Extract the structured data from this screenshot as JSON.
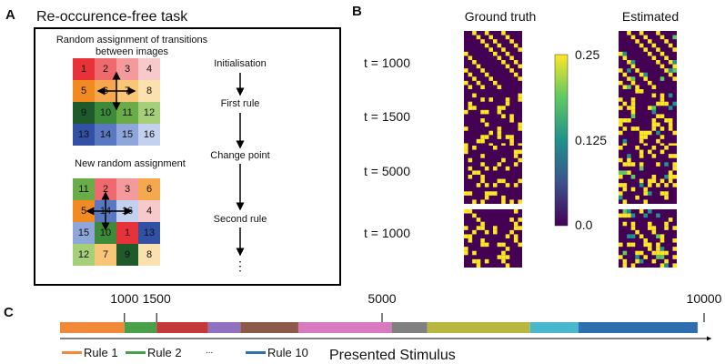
{
  "panel_a": {
    "letter": "A",
    "title": "Re-occurence-free task",
    "caption1": "Random assignment of transitions between images",
    "caption2": "New random assignment",
    "grid1": [
      {
        "n": "1",
        "c": "#e8323a"
      },
      {
        "n": "2",
        "c": "#ef6a6e"
      },
      {
        "n": "3",
        "c": "#f39a9c"
      },
      {
        "n": "4",
        "c": "#f7c9ca"
      },
      {
        "n": "5",
        "c": "#f28a22"
      },
      {
        "n": "6",
        "c": "#f6a84e"
      },
      {
        "n": "7",
        "c": "#f9c678"
      },
      {
        "n": "8",
        "c": "#fbe0b0"
      },
      {
        "n": "9",
        "c": "#1f5a2a"
      },
      {
        "n": "10",
        "c": "#3c8a3a"
      },
      {
        "n": "11",
        "c": "#6aac48"
      },
      {
        "n": "12",
        "c": "#a6cf7a"
      },
      {
        "n": "13",
        "c": "#3250a4"
      },
      {
        "n": "14",
        "c": "#5a78c2"
      },
      {
        "n": "15",
        "c": "#8ea6d9"
      },
      {
        "n": "16",
        "c": "#c3d0ee"
      }
    ],
    "grid2": [
      {
        "n": "11",
        "c": "#6aac48"
      },
      {
        "n": "2",
        "c": "#ef6a6e"
      },
      {
        "n": "3",
        "c": "#f39a9c"
      },
      {
        "n": "6",
        "c": "#f6a84e"
      },
      {
        "n": "5",
        "c": "#f28a22"
      },
      {
        "n": "14",
        "c": "#5a78c2"
      },
      {
        "n": "16",
        "c": "#c3d0ee"
      },
      {
        "n": "4",
        "c": "#f7c9ca"
      },
      {
        "n": "15",
        "c": "#8ea6d9"
      },
      {
        "n": "10",
        "c": "#3c8a3a"
      },
      {
        "n": "1",
        "c": "#e8323a"
      },
      {
        "n": "13",
        "c": "#3250a4"
      },
      {
        "n": "12",
        "c": "#a6cf7a"
      },
      {
        "n": "7",
        "c": "#f9c678"
      },
      {
        "n": "9",
        "c": "#1f5a2a"
      },
      {
        "n": "8",
        "c": "#fbe0b0"
      }
    ],
    "flow": [
      "Initialisation",
      "First rule",
      "Change point",
      "Second rule",
      "⋮"
    ]
  },
  "panel_b": {
    "letter": "B",
    "col_titles": [
      "Ground truth",
      "Estimated"
    ],
    "row_labels": [
      "t = 1000",
      "t = 1500",
      "t = 5000",
      "t = 1000"
    ],
    "colorbar_ticks": [
      "0.25",
      "0.125",
      "0.0"
    ],
    "colormap": [
      "#440154",
      "#3b528b",
      "#21918c",
      "#5ec962",
      "#fde725"
    ]
  },
  "panel_c": {
    "letter": "C",
    "ticks": [
      {
        "label": "1000",
        "value": 1000
      },
      {
        "label": "1500",
        "value": 1500
      },
      {
        "label": "5000",
        "value": 5000
      },
      {
        "label": "10000",
        "value": 10000
      }
    ],
    "segments": [
      {
        "start": 0,
        "end": 1000,
        "color": "#f08a3a"
      },
      {
        "start": 1000,
        "end": 1500,
        "color": "#4aa04a"
      },
      {
        "start": 1500,
        "end": 2300,
        "color": "#c43a3a"
      },
      {
        "start": 2300,
        "end": 2800,
        "color": "#9070c0"
      },
      {
        "start": 2800,
        "end": 3700,
        "color": "#8c5a4a"
      },
      {
        "start": 3700,
        "end": 5150,
        "color": "#d87ac0"
      },
      {
        "start": 5150,
        "end": 5700,
        "color": "#808080"
      },
      {
        "start": 5700,
        "end": 7300,
        "color": "#b8b840"
      },
      {
        "start": 7300,
        "end": 8050,
        "color": "#4ab8cc"
      },
      {
        "start": 8050,
        "end": 9900,
        "color": "#2f6fb0"
      }
    ],
    "axis_label": "Presented Stimulus",
    "legend": [
      {
        "label": "Rule 1",
        "color": "#f08a3a"
      },
      {
        "label": "Rule 2",
        "color": "#4aa04a"
      },
      {
        "label": "...",
        "color": ""
      },
      {
        "label": "Rule 10",
        "color": "#2f6fb0"
      }
    ]
  }
}
